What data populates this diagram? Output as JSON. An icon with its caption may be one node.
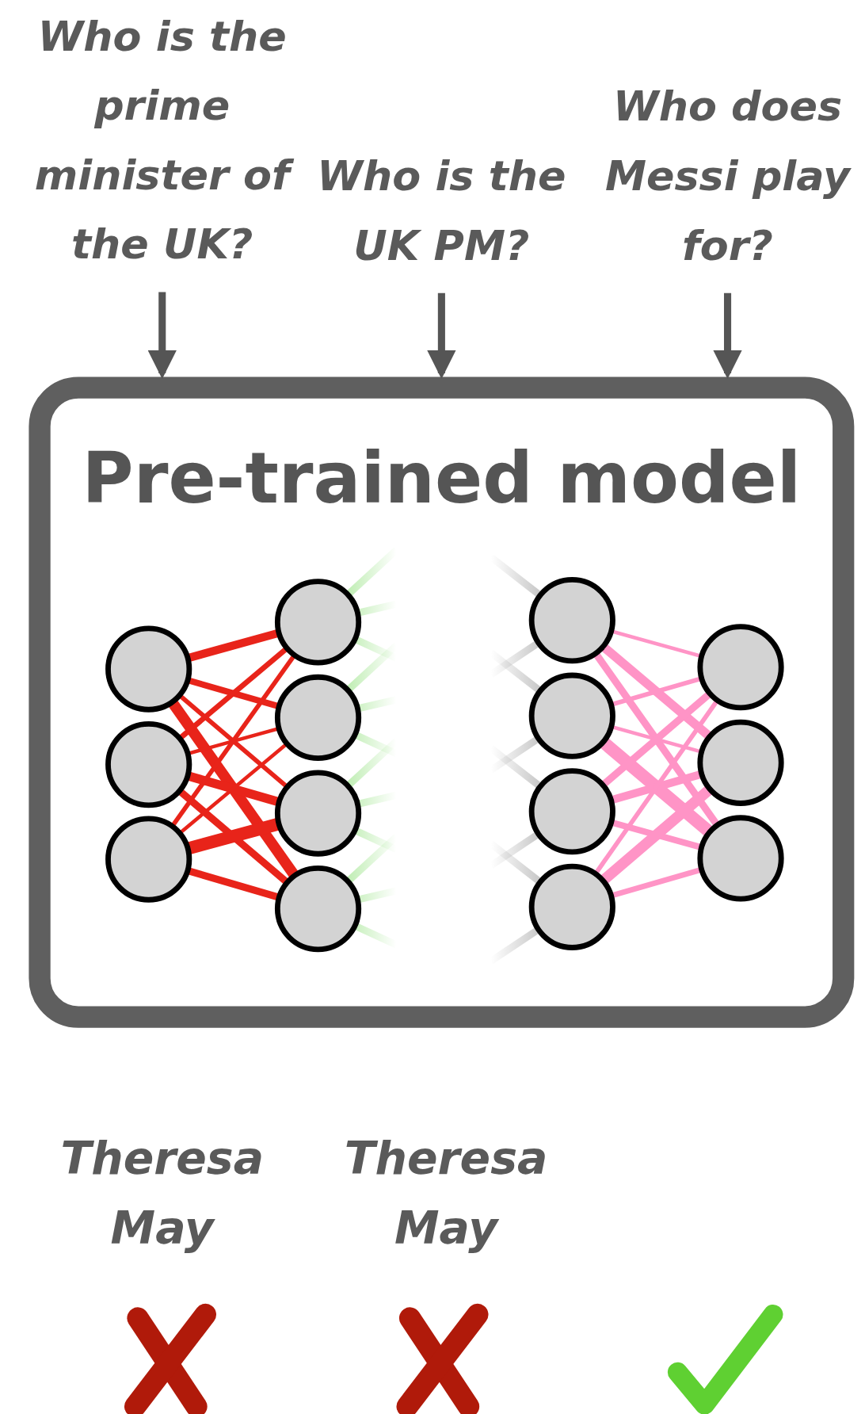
{
  "diagram": {
    "nodes": [
      {
        "text": [
          "Who is the prime minister of the UK?"
        ]
      },
      {
        "text": [
          "Who is the UK PM?"
        ]
      },
      {
        "text": [
          "Who does Messi play for?"
        ]
      },
      {
        "text": [
          "Pre-trained model"
        ]
      }
    ],
    "edges": [
      {
        "from": 0,
        "to": 3,
        "arrow": "to"
      },
      {
        "from": 1,
        "to": 3,
        "arrow": "to"
      },
      {
        "from": 2,
        "to": 3,
        "arrow": "to"
      }
    ],
    "labels": [
      "Theresa May",
      "Theresa May"
    ]
  }
}
